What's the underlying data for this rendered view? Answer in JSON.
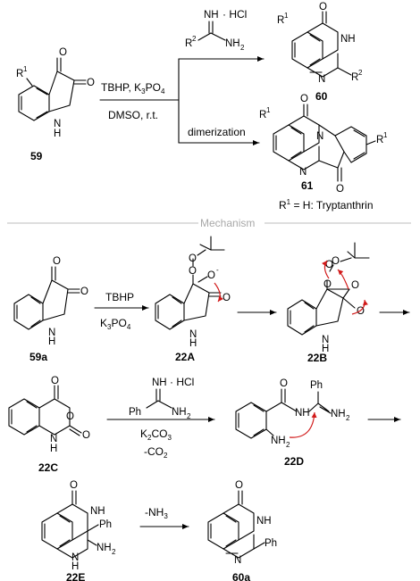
{
  "labels": {
    "c59": "59",
    "c60": "60",
    "c61": "61",
    "c59a": "59a",
    "c22A": "22A",
    "c22B": "22B",
    "c22C": "22C",
    "c22D": "22D",
    "c22E": "22E",
    "c60a": "60a"
  },
  "conditions": {
    "reagents": "TBHP, K3PO4",
    "solvent": "DMSO, r.t.",
    "dimerization": "dimerization",
    "tbhp": "TBHP",
    "k3po4": "K3PO4",
    "k2co3": "K2CO3",
    "co2_loss": "-CO2",
    "nh3_loss": "-NH3"
  },
  "reagents": {
    "hcl": "· HCl"
  },
  "notes": {
    "tryptanthrin": "R1 = H: Tryptanthrin"
  },
  "headings": {
    "mechanism": "Mechanism"
  },
  "colors": {
    "arrow_push": "#d11a1a",
    "divider": "#c9c9c9",
    "heading_text": "#a8a8a8"
  }
}
